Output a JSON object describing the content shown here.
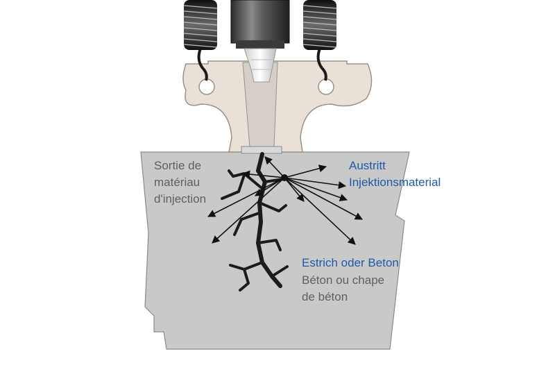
{
  "labels": {
    "left_fr": [
      "Sortie de",
      "matériau",
      "d'injection"
    ],
    "right_de": [
      "Austritt",
      "Injektionsmaterial"
    ],
    "bottom_de": "Estrich oder Beton",
    "bottom_fr": [
      "Béton ou chape",
      "de béton"
    ]
  },
  "colors": {
    "concrete": "#c9c9c9",
    "adapter": "#e9e1d8",
    "label_blue": "#1f5aa6",
    "label_gray": "#5f5f5f",
    "crack": "#1b1b1b"
  },
  "icons": {
    "spring": "coil-spring-icon",
    "injector": "injector-nozzle-icon"
  }
}
